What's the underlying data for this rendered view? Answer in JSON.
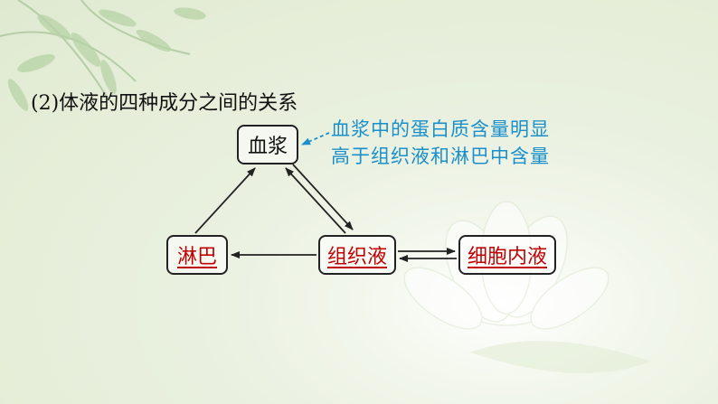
{
  "title": "(2)体液的四种成分之间的关系",
  "nodes": {
    "plasma": "血浆",
    "lymph": "淋巴",
    "tissue_fluid": "组织液",
    "intracellular_fluid": "细胞内液"
  },
  "note": {
    "line1": "血浆中的蛋白质含量明显",
    "line2": "高于组织液和淋巴中含量"
  },
  "colors": {
    "answer_text": "#c00000",
    "note_text": "#1a8fc9",
    "arrow": "#222222"
  },
  "icons": [
    "leaf-decoration",
    "lotus-flower"
  ]
}
